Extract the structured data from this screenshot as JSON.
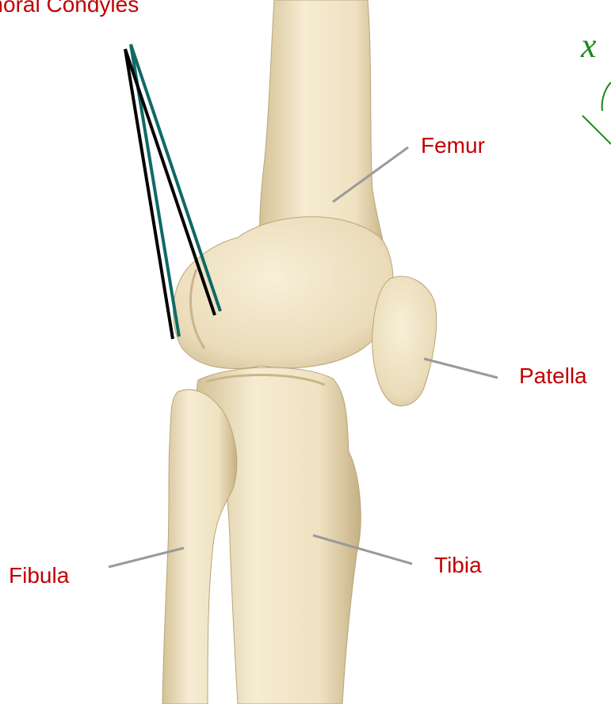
{
  "labels": {
    "condyles": "Femoral Condyles",
    "femur": "Femur",
    "patella": "Patella",
    "fibula": "Fibula",
    "tibia": "Tibia"
  },
  "axis": {
    "variable": "x"
  },
  "colors": {
    "label": "#c00000",
    "bone": "#efe3c4",
    "bone_shade": "#cdbb93",
    "line_black": "#000000",
    "line_teal": "#0f6a66",
    "axis_green": "#1a8a1a",
    "leader": "#9a9a9a"
  }
}
